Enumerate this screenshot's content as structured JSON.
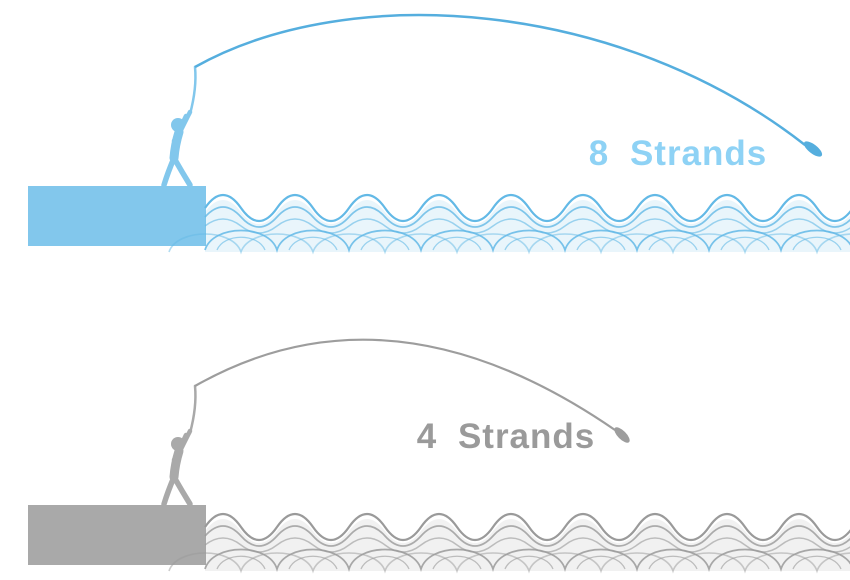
{
  "panels": [
    {
      "id": "eight-strands",
      "label": "8 Strands",
      "strands": 8
    },
    {
      "id": "four-strands",
      "label": "4 Strands",
      "strands": 4
    }
  ],
  "colors": {
    "blue-main": "#82c7ec",
    "blue-line": "#55aede",
    "blue-label": "#8ed2f5",
    "blue-wave": "#63b9e6",
    "gray-main": "#a9a9a9",
    "gray-line": "#9d9d9d",
    "gray-label": "#9a9a9a",
    "gray-wave": "#9a9a9a"
  }
}
